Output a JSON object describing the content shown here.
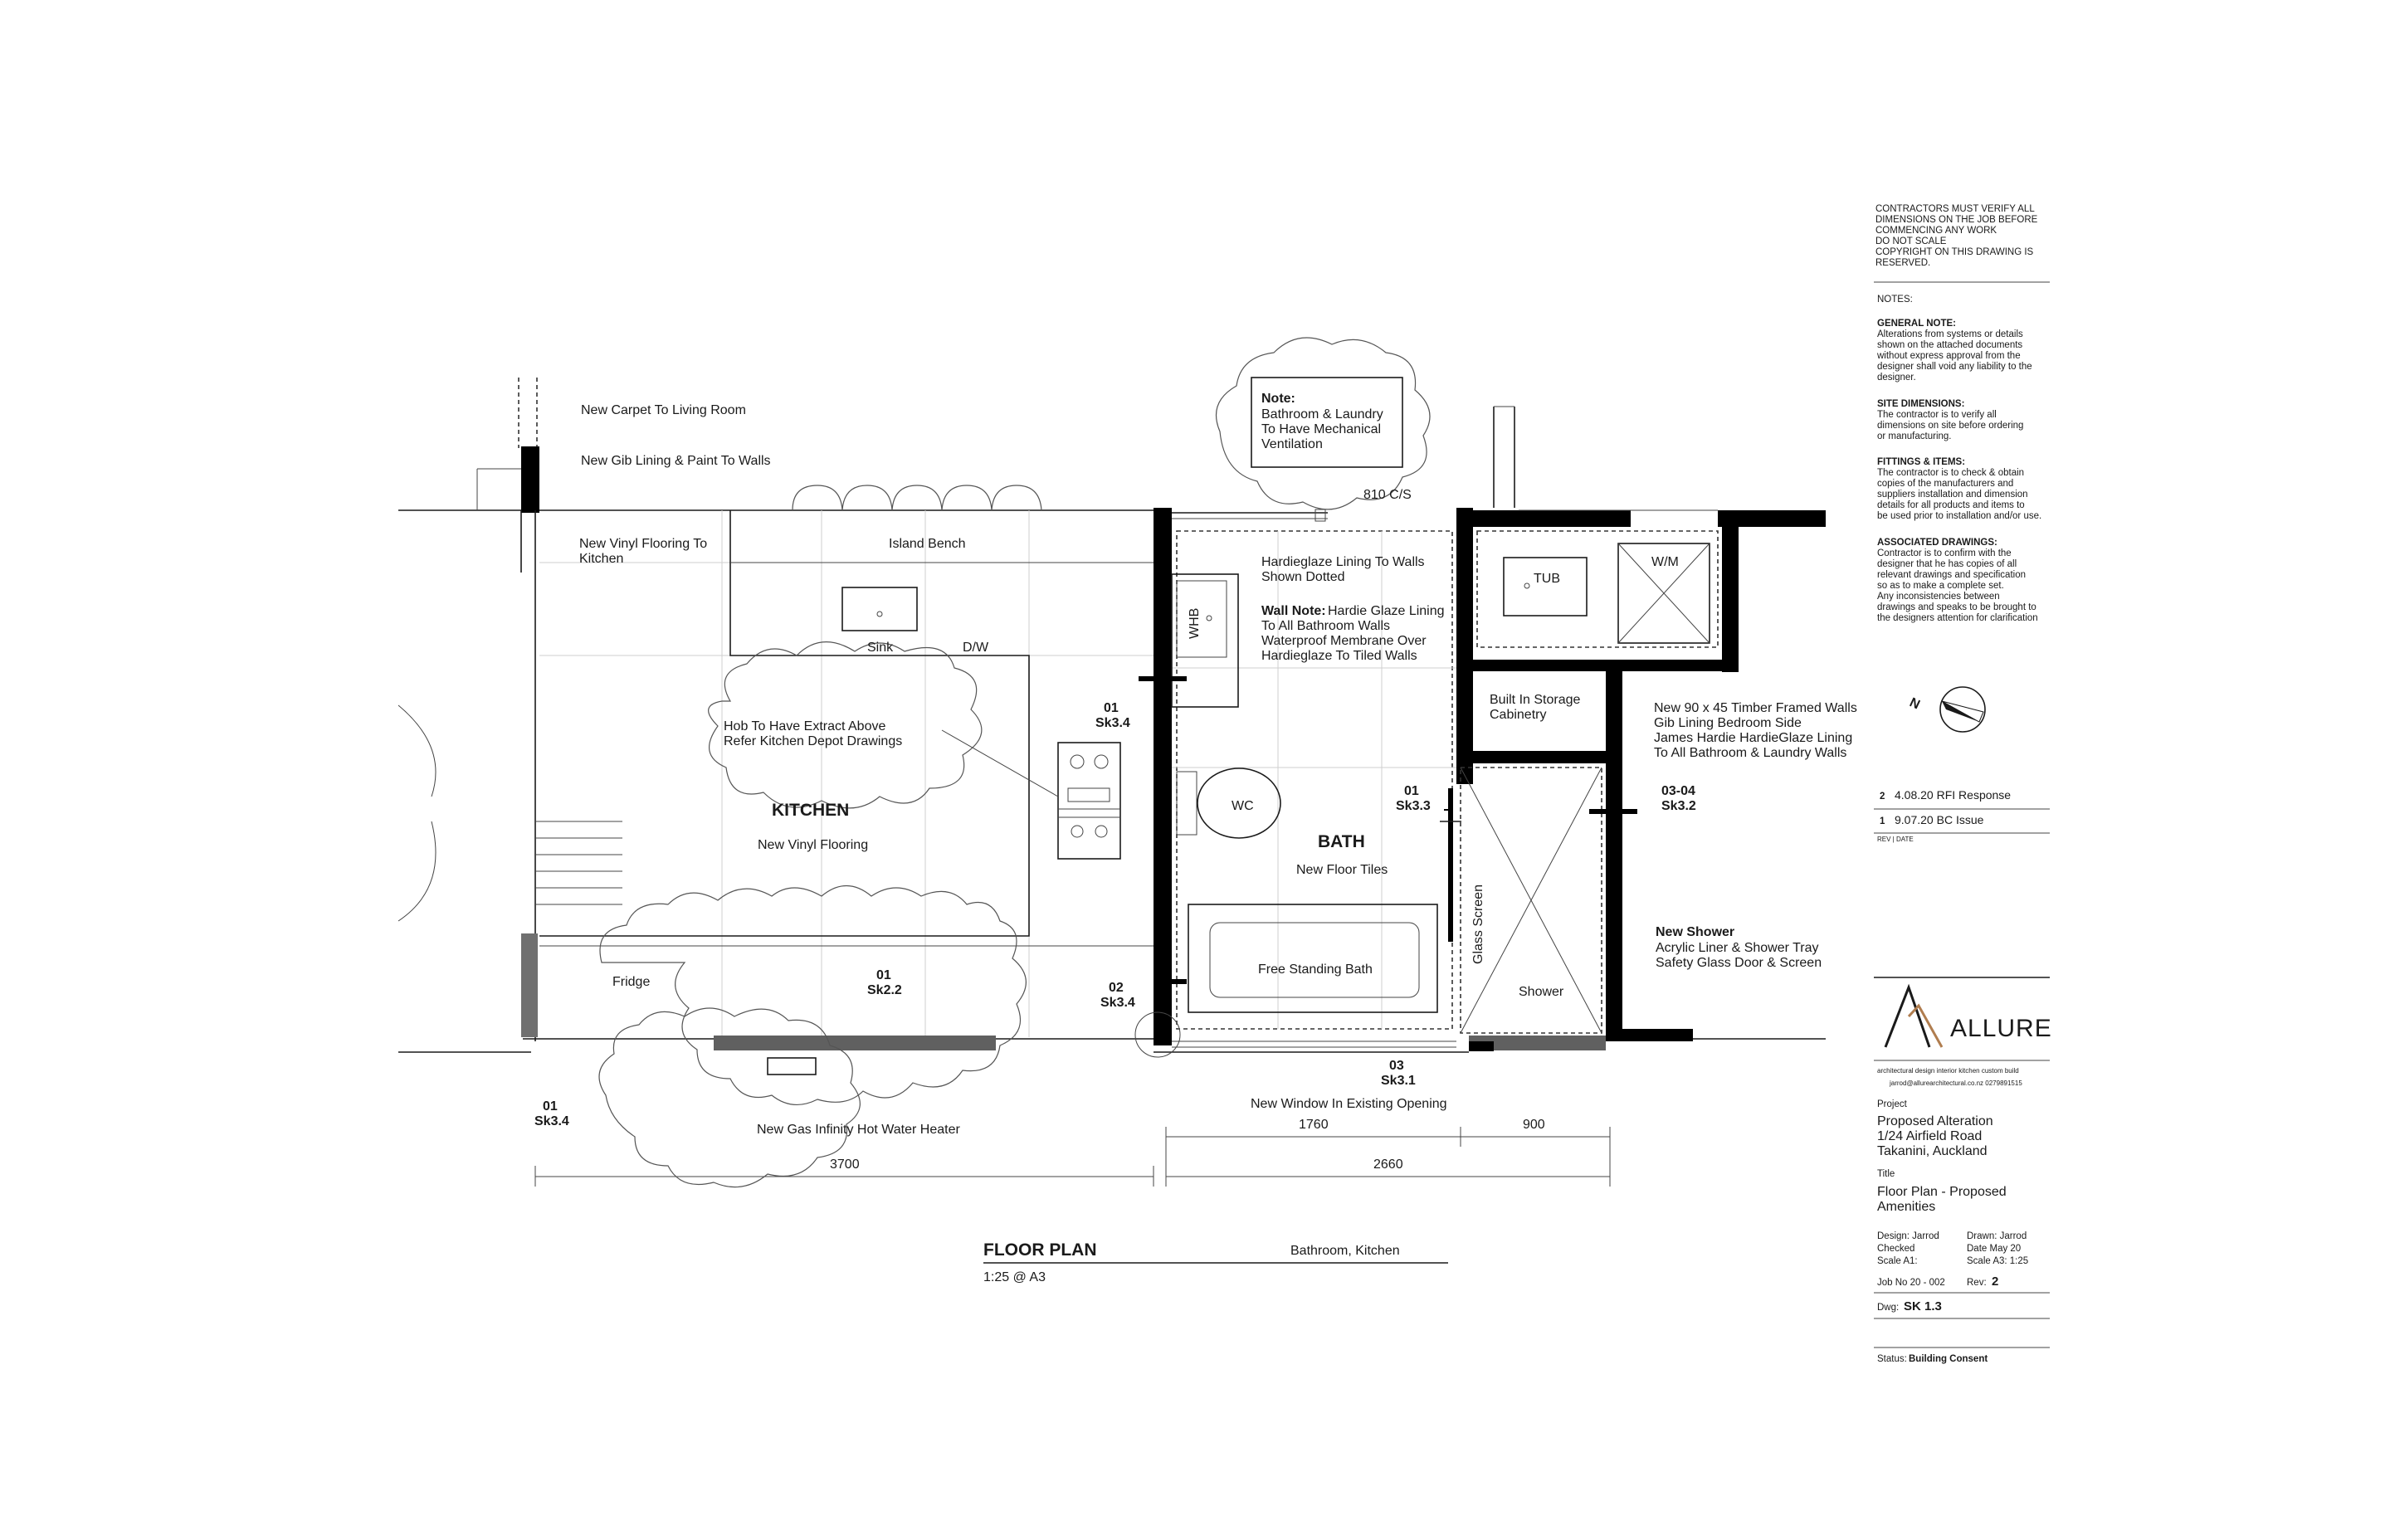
{
  "notes_block": {
    "contractor_note": [
      "CONTRACTORS MUST VERIFY ALL",
      "DIMENSIONS ON THE JOB BEFORE",
      "COMMENCING ANY WORK",
      "DO NOT SCALE",
      "COPYRIGHT ON THIS DRAWING IS",
      "RESERVED."
    ],
    "notes_heading": "NOTES:",
    "sections": [
      {
        "title": "GENERAL NOTE:",
        "lines": [
          "Alterations from systems or details",
          "shown on the attached documents",
          "without express approval from the",
          "designer shall void any liability to the",
          "designer."
        ]
      },
      {
        "title": "SITE DIMENSIONS:",
        "lines": [
          "The  contractor is to verify all",
          "dimensions on site before ordering",
          "or manufacturing."
        ]
      },
      {
        "title": "FITTINGS & ITEMS:",
        "lines": [
          "The contractor is to check & obtain",
          "copies of the manufacturers and",
          "suppliers installation and dimension",
          "details for all products and items to",
          "be used prior to installation and/or use."
        ]
      },
      {
        "title": "ASSOCIATED DRAWINGS:",
        "lines": [
          "Contractor is to confirm with the",
          "designer that he has copies of all",
          "relevant drawings and specification",
          "so as to make a complete set.",
          "Any inconsistencies between",
          "drawings and speaks to be brought to",
          "the designers attention for clarification"
        ]
      }
    ]
  },
  "north_label": "N",
  "revisions": [
    {
      "rev": "2",
      "text": "4.08.20 RFI Response"
    },
    {
      "rev": "1",
      "text": "9.07.20 BC Issue"
    }
  ],
  "revision_header": "REV | DATE",
  "title_block": {
    "brand": "ALLURE",
    "tagline": "architectural design  interior  kitchen  custom build",
    "contact": "jarrod@allurearchitectural.co.nz  0279891515",
    "project_label": "Project",
    "project_lines": [
      "Proposed Alteration",
      "1/24 Airfield Road",
      "Takanini, Auckland"
    ],
    "title_label": "Title",
    "title_lines": [
      "Floor Plan - Proposed",
      "Amenities"
    ],
    "design": "Design: Jarrod",
    "drawn": "Drawn: Jarrod",
    "checked": "Checked",
    "date": "Date May 20",
    "scale_a1": "Scale A1:",
    "scale_a3": "Scale A3:  1:25",
    "job_no": "Job No 20 - 002",
    "rev_label": "Rev:",
    "rev_value": "2",
    "dwg_label": "Dwg:",
    "dwg_value": "SK 1.3",
    "status_label": "Status:",
    "status_value": "Building Consent"
  },
  "plan": {
    "title": "FLOOR PLAN",
    "scale": "1:25 @ A3",
    "subtitle": "Bathroom, Kitchen",
    "labels": {
      "carpet": "New Carpet To Living Room",
      "gib": "New Gib Lining & Paint To Walls",
      "vinyl_1": "New Vinyl Flooring To",
      "vinyl_2": "Kitchen",
      "island": "Island Bench",
      "sink": "Sink",
      "dw": "D/W",
      "hob_1": "Hob To Have Extract Above",
      "hob_2": "Refer Kitchen Depot Drawings",
      "kitchen": "KITCHEN",
      "kitchen_floor": "New Vinyl Flooring",
      "fridge": "Fridge",
      "note_title": "Note:",
      "note_1": "Bathroom & Laundry",
      "note_2": "To Have Mechanical",
      "note_3": "Ventilation",
      "door_cs": "810 C/S",
      "hg_1": "Hardieglaze Lining To Walls",
      "hg_2": "Shown Dotted",
      "wall_note_title": "Wall Note:",
      "wall_note_1": " Hardie Glaze Lining",
      "wall_note_2": " To All Bathroom Walls",
      "wall_note_3": "Waterproof Membrane Over",
      "wall_note_4": "Hardieglaze To Tiled Walls",
      "whb": "WHB",
      "wc": "WC",
      "bath": "BATH",
      "bath_floor": "New Floor Tiles",
      "free_bath": "Free Standing Bath",
      "glass_screen": "Glass Screen",
      "shower": "Shower",
      "tub": "TUB",
      "wm": "W/M",
      "storage_1": "Built In Storage",
      "storage_2": "Cabinetry",
      "timber_1": "New 90 x 45 Timber Framed Walls",
      "timber_2": "Gib Lining Bedroom Side",
      "timber_3": "James Hardie HardieGlaze Lining",
      "timber_4": "To All Bathroom & Laundry Walls",
      "new_shower": "New Shower",
      "shower_1": "Acrylic Liner & Shower Tray",
      "shower_2": "Safety Glass Door & Screen",
      "window": "New Window In Existing Opening",
      "hot_water": "New Gas Infinity Hot Water Heater"
    },
    "section_refs": [
      {
        "num": "01",
        "ref": "Sk3.4"
      },
      {
        "num": "01",
        "ref": "Sk3.3"
      },
      {
        "num": "03-04",
        "ref": "Sk3.2"
      },
      {
        "num": "01",
        "ref": "Sk2.2"
      },
      {
        "num": "02",
        "ref": "Sk3.4"
      },
      {
        "num": "03",
        "ref": "Sk3.1"
      },
      {
        "num": "01",
        "ref": "Sk3.4"
      }
    ],
    "dimensions": {
      "d1760": "1760",
      "d900": "900",
      "d3700": "3700",
      "d2660": "2660"
    }
  }
}
